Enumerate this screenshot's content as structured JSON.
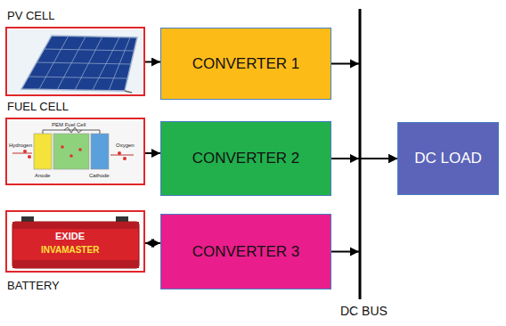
{
  "diagram": {
    "nodes": [
      {
        "text": [
          "PV CELL"
        ]
      },
      {
        "text": [
          "CONVERTER 1"
        ]
      },
      {
        "text": [
          "FUEL CELL"
        ]
      },
      {
        "text": [
          "CONVERTER 2"
        ]
      },
      {
        "text": [
          "BATTERY"
        ]
      },
      {
        "text": [
          "CONVERTER 3"
        ]
      },
      {
        "text": [
          "DC LOAD"
        ]
      }
    ],
    "edges": [
      {
        "from": 0,
        "to": 1,
        "arrow": "to"
      },
      {
        "from": 2,
        "to": 3,
        "arrow": "to"
      },
      {
        "from": 4,
        "to": 5,
        "arrow": "both"
      },
      {
        "from": 1,
        "to": 6,
        "arrow": "to"
      },
      {
        "from": 3,
        "to": 6,
        "arrow": "to"
      },
      {
        "from": 5,
        "to": 6,
        "arrow": "to"
      }
    ],
    "labels": [
      "PEM Fuel Cell",
      "Hydrogen",
      "Oxygen",
      "Anode",
      "Cathode",
      "EXIDE",
      "INVAMASTER",
      "DC BUS"
    ]
  }
}
